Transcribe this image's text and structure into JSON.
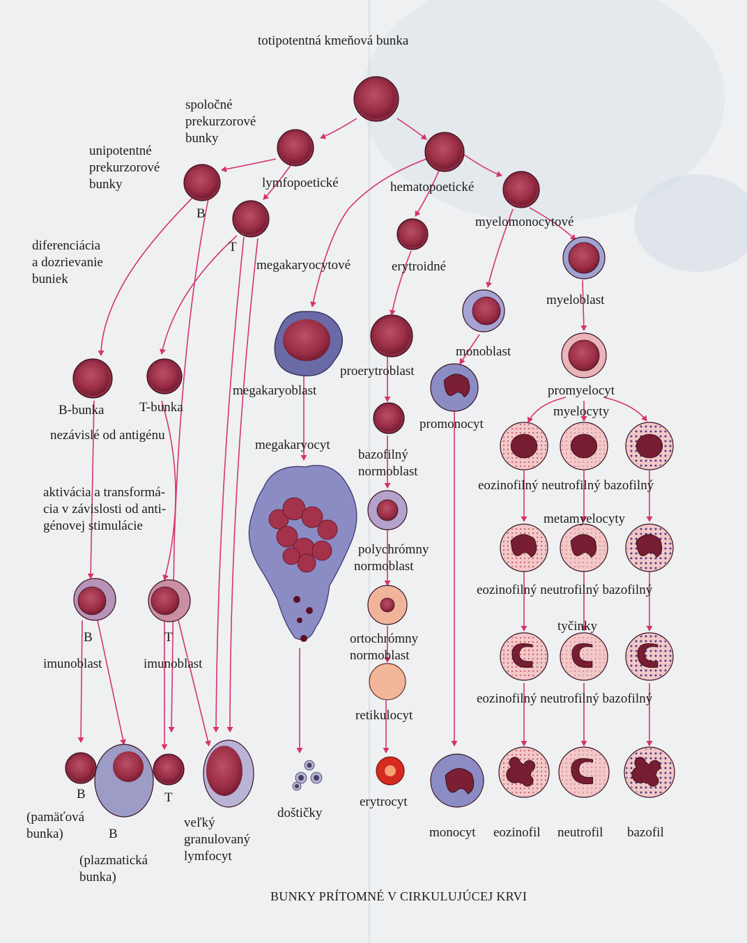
{
  "colors": {
    "arrow": "#d6336c",
    "cell_fill": "#a3324a",
    "cell_membrane": "#b9b3d6",
    "label_text": "#1f1b1c",
    "background": "#eef0f2"
  },
  "title": "totipotentná kmeňová bunka",
  "caption": "BUNKY PRÍTOMNÉ V CIRKULUJÚCEJ KRVI",
  "left_column": {
    "common_precursors": [
      "spoločné",
      "prekurzorové",
      "bunky"
    ],
    "unipotent_precursors": [
      "unipotentné",
      "prekurzorové",
      "bunky"
    ],
    "differentiation": [
      "diferenciácia",
      "a dozrievanie",
      "buniek"
    ],
    "antigen_independent": "nezávislé od antigénu",
    "activation": [
      "aktivácia a transformá-",
      "cia v závislosti od anti-",
      "génovej stimulácie"
    ],
    "lymphopoietic": "lymfopoetické",
    "b": "B",
    "t": "T",
    "b_cell": "B-bunka",
    "t_cell": "T-bunka",
    "b_lower": "B",
    "t_lower": "T",
    "immunoblast_b": "imunoblast",
    "immunoblast_t": "imunoblast",
    "b_small": "B",
    "t_small": "T",
    "memory_cell": [
      "(pamäťová",
      "bunka)"
    ],
    "b_plasma": "B",
    "plasma_cell": [
      "(plazmatická",
      "bunka)"
    ],
    "large_granular": [
      "veľký",
      "granulovaný",
      "lymfocyt"
    ]
  },
  "middle_column": {
    "megakaryocytic": "megakaryocytové",
    "megakaryoblast": "megakaryoblast",
    "megakaryocyte": "megakaryocyt",
    "platelets": "doštičky"
  },
  "right_column": {
    "hematopoietic": "hematopoetické",
    "erythroid": "erytroidné",
    "myelomonocytic": "myelomonocytové",
    "myeloblast": "myeloblast",
    "monoblast": "monoblast",
    "proerythroblast": "proerytroblast",
    "promyelocyte": "promyelocyt",
    "myelocyte": "myelocyty",
    "promonocyte": "promonocyt",
    "basophilic_normoblast": [
      "bazofilný",
      "normoblast"
    ],
    "row1_labels": "eozinofilný neutrofilný bazofilný",
    "metamyelocyte": "metamyelocyty",
    "polychromatic_normoblast": [
      "polychrómny",
      "normoblast"
    ],
    "row2_labels": "eozinofilný neutrofilný bazofilný",
    "band": "tyčinky",
    "orthochromatic_normoblast": [
      "ortochrómny",
      "normoblast"
    ],
    "row3_labels": "eozinofilný neutrofilný bazofilný",
    "reticulocyte": "retikulocyt",
    "erythrocyte": "erytrocyt",
    "final_monocyte": "monocyt",
    "final_eosinophil": "eozinofil",
    "final_neutrophil": "neutrofil",
    "final_basophil": "bazofil"
  }
}
